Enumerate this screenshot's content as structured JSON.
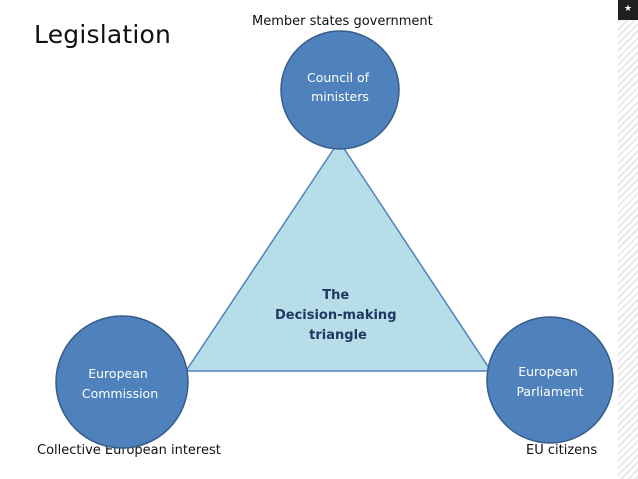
{
  "title": "Legislation",
  "captions": {
    "top": "Member states government",
    "bottom_left": "Collective European interest",
    "bottom_right": "EU citizens"
  },
  "triangle": {
    "label": [
      "The",
      "Decision-making",
      "triangle"
    ],
    "fill": "#b7dde8",
    "stroke": "#4f81bd"
  },
  "nodes": {
    "council": [
      "Council of",
      "ministers"
    ],
    "commission": [
      "European",
      "Commission"
    ],
    "parliament": [
      "European",
      "Parliament"
    ],
    "fill": "#4f81bd",
    "stroke": "#385d8a"
  },
  "edge_icon": "star-icon"
}
